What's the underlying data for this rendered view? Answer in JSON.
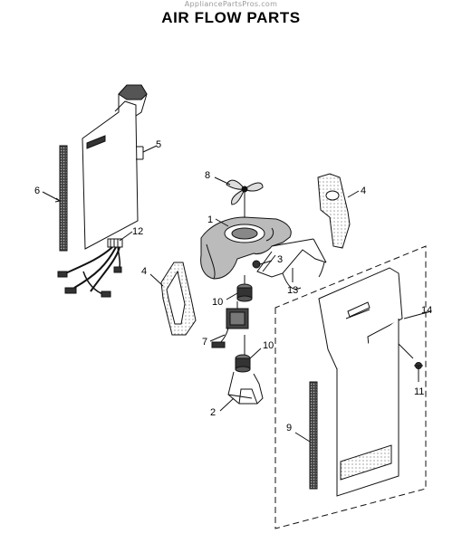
{
  "watermark": "AppliancePartsPros.com",
  "title": "AIR FLOW PARTS",
  "callouts": {
    "c1": "1",
    "c2": "2",
    "c3": "3",
    "c4a": "4",
    "c4b": "4",
    "c5": "5",
    "c6": "6",
    "c7": "7",
    "c8": "8",
    "c9": "9",
    "c10a": "10",
    "c10b": "10",
    "c11": "11",
    "c12": "12",
    "c13": "13",
    "c14": "14"
  }
}
